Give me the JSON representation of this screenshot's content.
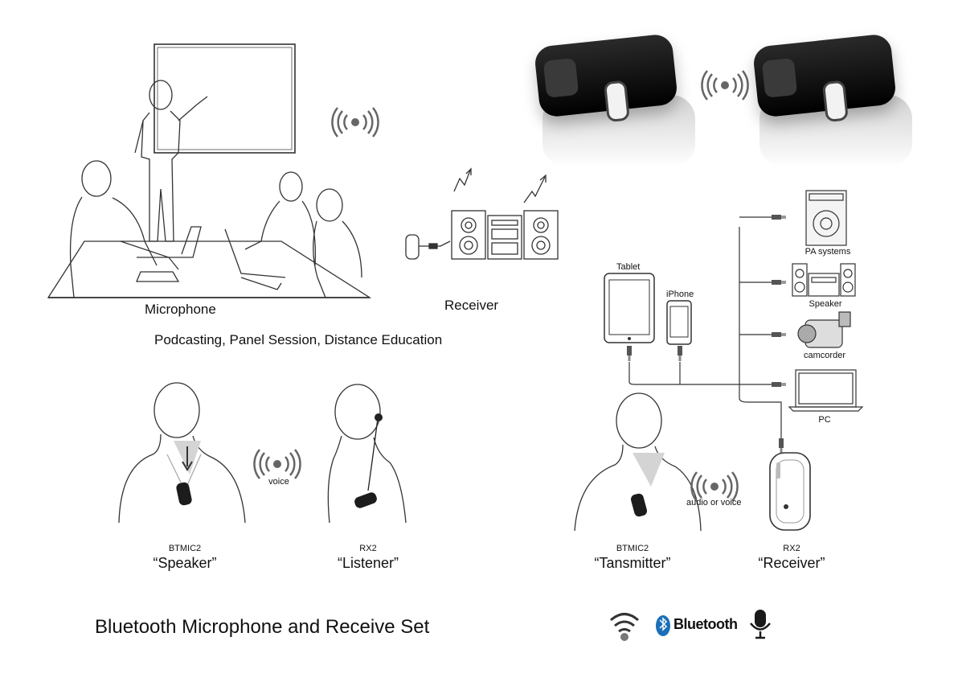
{
  "labels": {
    "microphone": "Microphone",
    "receiver": "Receiver",
    "use_cases": "Podcasting, Panel Session, Distance Education",
    "btmic2_left": "BTMIC2",
    "speaker_role": "“Speaker”",
    "rx2_left": "RX2",
    "listener_role": "“Listener”",
    "voice": "voice",
    "tablet": "Tablet",
    "iphone": "iPhone",
    "pa_systems": "PA systems",
    "speaker_device": "Speaker",
    "camcorder": "camcorder",
    "pc": "PC",
    "btmic2_right": "BTMIC2",
    "transmitter_role": "“Tansmitter”",
    "audio_or_voice": "audio or voice",
    "rx2_right": "RX2",
    "receiver_role": "“Receiver”",
    "title": "Bluetooth Microphone and Receive Set",
    "bluetooth_logo_text": "Bluetooth"
  },
  "icons": {
    "wireless": "wireless-signal-icon",
    "bluetooth": "bluetooth-icon",
    "microphone": "microphone-icon"
  },
  "colors": {
    "line": "#333333",
    "device_dark": "#111111",
    "light_gray": "#cfcfcf"
  }
}
